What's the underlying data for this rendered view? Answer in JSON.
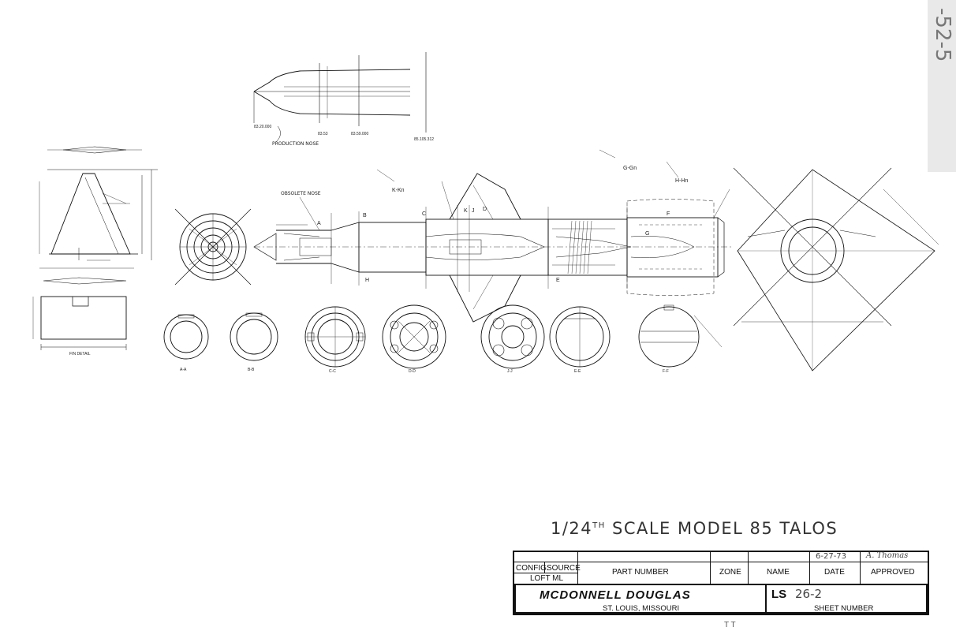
{
  "title": {
    "fraction": "1/24",
    "suffix": "TH",
    "text": "SCALE MODEL 85 TALOS"
  },
  "corner_note": "-52-5",
  "drawing": {
    "production_nose_label": "PRODUCTION NOSE",
    "obsolete_nose_label": "OBSOLETE NOSE",
    "nose_stations": [
      "83.20.000",
      "83.53",
      "83.59.000",
      "85.105.312"
    ],
    "fin_detail_label": "FIN DETAIL",
    "section_labels": [
      "A-A",
      "B-B",
      "C-C",
      "D-D",
      "J-J",
      "E-E",
      "F-F"
    ],
    "callouts": [
      "A",
      "B",
      "C",
      "D",
      "K",
      "J",
      "G",
      "F",
      "H",
      "E"
    ],
    "view_labels": [
      "K-Kn",
      "G-Gn",
      "H-Hn"
    ]
  },
  "title_block": {
    "config": "CONFIG.",
    "source": "SOURCE",
    "loft": "LOFT ML",
    "part_number": "PART NUMBER",
    "zone": "ZONE",
    "name": "NAME",
    "date": "DATE",
    "approved": "APPROVED",
    "date_value": "6-27-73",
    "approver": "A. Thomas",
    "company": "MCDONNELL DOUGLAS",
    "city": "ST. LOUIS, MISSOURI",
    "sheet_prefix": "LS",
    "sheet_value": "26-2",
    "sheet_label": "SHEET NUMBER"
  },
  "footer_mark": "T T"
}
